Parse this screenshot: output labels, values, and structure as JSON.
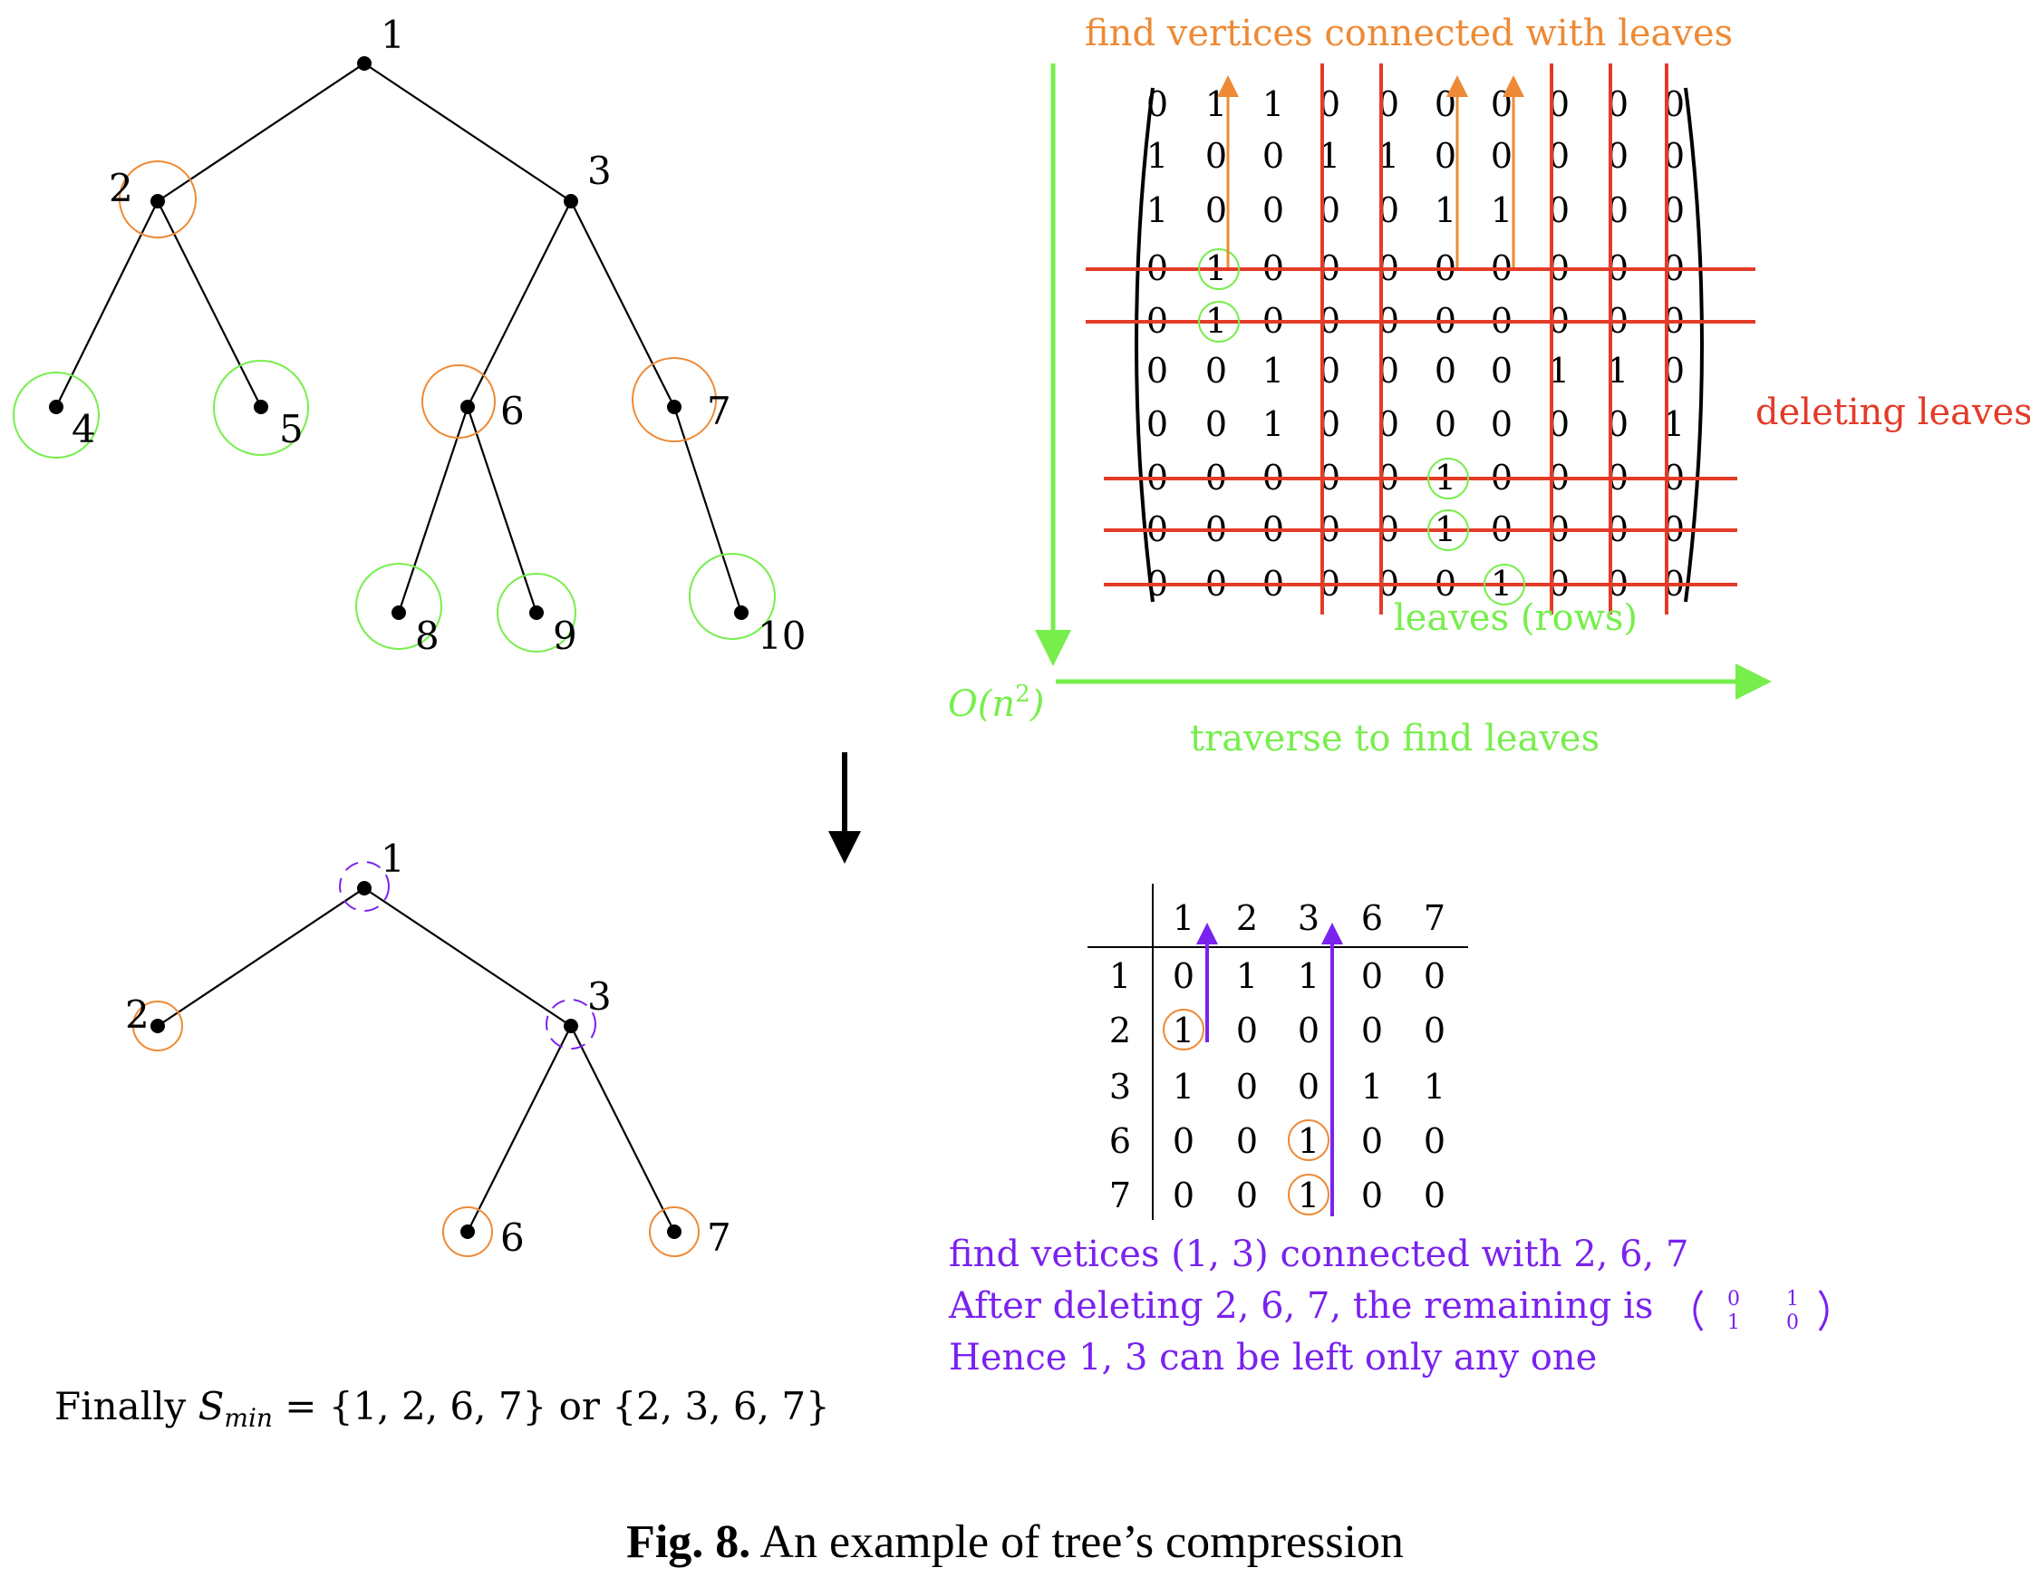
{
  "colors": {
    "orange": "#ee8a35",
    "green": "#77ee4c",
    "red": "#e33b27",
    "purple": "#7a22ee",
    "black": "#000000"
  },
  "tree_top": {
    "nodes": [
      {
        "id": "1",
        "label": "1",
        "highlight": "none"
      },
      {
        "id": "2",
        "label": "2",
        "highlight": "orange"
      },
      {
        "id": "3",
        "label": "3",
        "highlight": "none"
      },
      {
        "id": "4",
        "label": "4",
        "highlight": "green"
      },
      {
        "id": "5",
        "label": "5",
        "highlight": "green"
      },
      {
        "id": "6",
        "label": "6",
        "highlight": "orange"
      },
      {
        "id": "7",
        "label": "7",
        "highlight": "orange"
      },
      {
        "id": "8",
        "label": "8",
        "highlight": "green"
      },
      {
        "id": "9",
        "label": "9",
        "highlight": "green"
      },
      {
        "id": "10",
        "label": "10",
        "highlight": "green"
      }
    ],
    "edges": [
      [
        "1",
        "2"
      ],
      [
        "1",
        "3"
      ],
      [
        "2",
        "4"
      ],
      [
        "2",
        "5"
      ],
      [
        "3",
        "6"
      ],
      [
        "3",
        "7"
      ],
      [
        "6",
        "8"
      ],
      [
        "6",
        "9"
      ],
      [
        "7",
        "10"
      ]
    ]
  },
  "tree_bottom": {
    "nodes": [
      {
        "id": "1",
        "label": "1",
        "highlight": "purple-dashed"
      },
      {
        "id": "2",
        "label": "2",
        "highlight": "orange"
      },
      {
        "id": "3",
        "label": "3",
        "highlight": "purple-dashed"
      },
      {
        "id": "6",
        "label": "6",
        "highlight": "orange"
      },
      {
        "id": "7",
        "label": "7",
        "highlight": "orange"
      }
    ],
    "edges": [
      [
        "1",
        "2"
      ],
      [
        "1",
        "3"
      ],
      [
        "3",
        "6"
      ],
      [
        "3",
        "7"
      ]
    ]
  },
  "matrix": {
    "rows": [
      [
        0,
        1,
        1,
        0,
        0,
        0,
        0,
        0,
        0,
        0
      ],
      [
        1,
        0,
        0,
        1,
        1,
        0,
        0,
        0,
        0,
        0
      ],
      [
        1,
        0,
        0,
        0,
        0,
        1,
        1,
        0,
        0,
        0
      ],
      [
        0,
        1,
        0,
        0,
        0,
        0,
        0,
        0,
        0,
        0
      ],
      [
        0,
        1,
        0,
        0,
        0,
        0,
        0,
        0,
        0,
        0
      ],
      [
        0,
        0,
        1,
        0,
        0,
        0,
        0,
        1,
        1,
        0
      ],
      [
        0,
        0,
        1,
        0,
        0,
        0,
        0,
        0,
        0,
        1
      ],
      [
        0,
        0,
        0,
        0,
        0,
        1,
        0,
        0,
        0,
        0
      ],
      [
        0,
        0,
        0,
        0,
        0,
        1,
        0,
        0,
        0,
        0
      ],
      [
        0,
        0,
        0,
        0,
        0,
        0,
        1,
        0,
        0,
        0
      ]
    ],
    "leaf_rows": [
      3,
      4,
      7,
      8,
      9
    ],
    "leaf_cols": [
      3,
      4,
      7,
      8,
      9
    ],
    "circled_cells": [
      [
        3,
        1
      ],
      [
        4,
        1
      ],
      [
        7,
        5
      ],
      [
        8,
        5
      ],
      [
        9,
        6
      ]
    ],
    "arrow_cols": [
      1,
      5,
      6
    ],
    "label_find": "find vertices connected with leaves",
    "label_delete": "deleting leaves",
    "label_leaves": "leaves (rows)",
    "label_complexity": "O(n",
    "label_complexity_exp": "2",
    "label_complexity_close": ")",
    "label_traverse": "traverse to find leaves"
  },
  "small_table": {
    "headers": [
      "1",
      "2",
      "3",
      "6",
      "7"
    ],
    "row_labels": [
      "1",
      "2",
      "3",
      "6",
      "7"
    ],
    "rows": [
      [
        0,
        1,
        1,
        0,
        0
      ],
      [
        1,
        0,
        0,
        0,
        0
      ],
      [
        1,
        0,
        0,
        1,
        1
      ],
      [
        0,
        0,
        1,
        0,
        0
      ],
      [
        0,
        0,
        1,
        0,
        0
      ]
    ],
    "circled_cells": [
      [
        1,
        0
      ],
      [
        3,
        2
      ],
      [
        4,
        2
      ]
    ],
    "arrow_cols": [
      0,
      2
    ]
  },
  "notes": {
    "line1": "find vetices (1, 3) connected with 2, 6, 7",
    "line2": "After deleting 2, 6, 7, the remaining is",
    "line3": "Hence 1, 3 can be left only any one",
    "mini_matrix": [
      [
        "0",
        "1"
      ],
      [
        "1",
        "0"
      ]
    ]
  },
  "final": {
    "prefix": "Finally ",
    "s": "S",
    "sub": "min",
    "eq": " = {1, 2, 6, 7} or {2, 3, 6, 7}"
  },
  "caption": {
    "bold": "Fig. 8.",
    "text": " An example of tree’s compression"
  }
}
